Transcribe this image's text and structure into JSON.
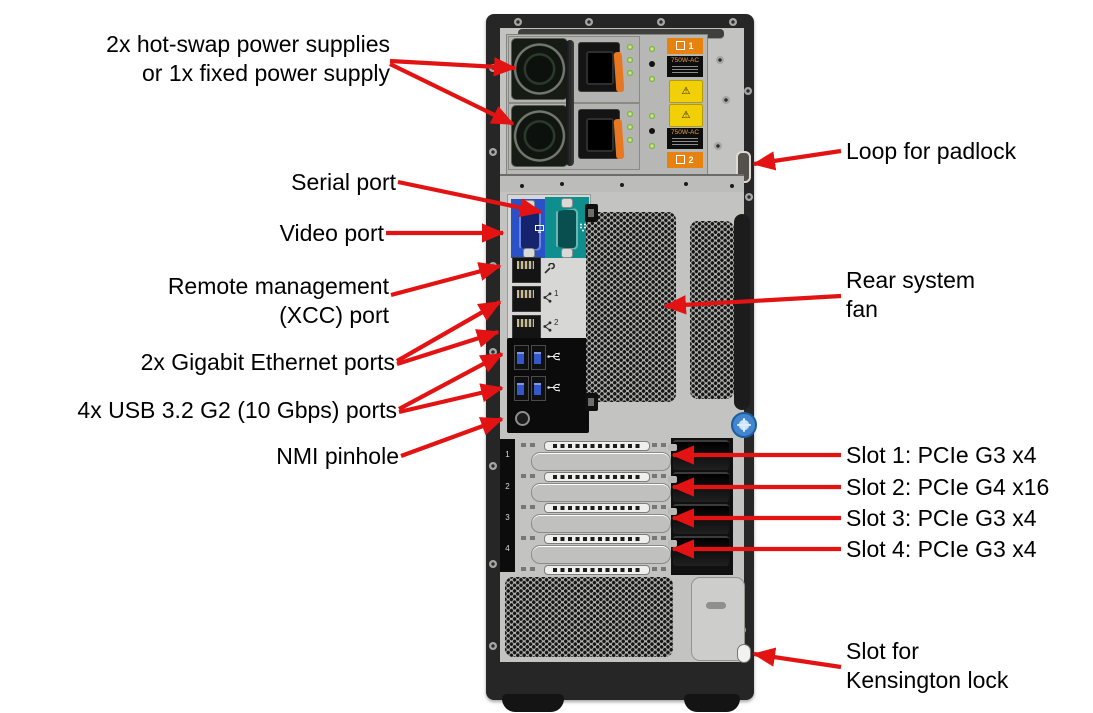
{
  "figure": {
    "kind": "tower-server-rear-view-callout-diagram",
    "arrow_color": "#e31313",
    "colors": {
      "video_port_blue": "#2a52c8",
      "serial_port_teal": "#0f8e8e",
      "usb_blue": "#3558c8",
      "psu_latch_orange": "#e87722",
      "psu_tag_orange": "#e8820e",
      "warning_yellow": "#f2d008",
      "thumbscrew_blue": "#4286cf"
    }
  },
  "callouts": {
    "left": [
      {
        "text": "2x hot-swap power supplies\nor 1x fixed power supply"
      },
      {
        "text": "Serial port"
      },
      {
        "text": "Video port"
      },
      {
        "text": "Remote management\n(XCC) port"
      },
      {
        "text": "2x Gigabit Ethernet ports"
      },
      {
        "text": "4x USB 3.2 G2 (10 Gbps) ports"
      },
      {
        "text": "NMI pinhole"
      }
    ],
    "right": [
      {
        "text": "Loop for padlock"
      },
      {
        "text": "Rear system\nfan"
      },
      {
        "text": "Slot 1: PCIe G3 x4"
      },
      {
        "text": "Slot 2: PCIe G4 x16"
      },
      {
        "text": "Slot 3: PCIe G3 x4"
      },
      {
        "text": "Slot 4: PCIe G3 x4"
      },
      {
        "text": "Slot for\nKensington lock"
      }
    ]
  },
  "chassis": {
    "psu": {
      "bay1": "1",
      "bay2": "2",
      "rating": "750W-AC",
      "warning": "⚠"
    },
    "ethernet": {
      "port1_label": "1",
      "port2_label": "2"
    },
    "slot_numbers": [
      "1",
      "2",
      "3",
      "4"
    ]
  },
  "icons": [
    "video-port-icon",
    "serial-port-icon",
    "xcc-wrench-icon",
    "ethernet-share-icon",
    "usb-ss10-icon",
    "warning-label-icon",
    "nmi-pinhole",
    "padlock-loop",
    "kensington-slot"
  ]
}
